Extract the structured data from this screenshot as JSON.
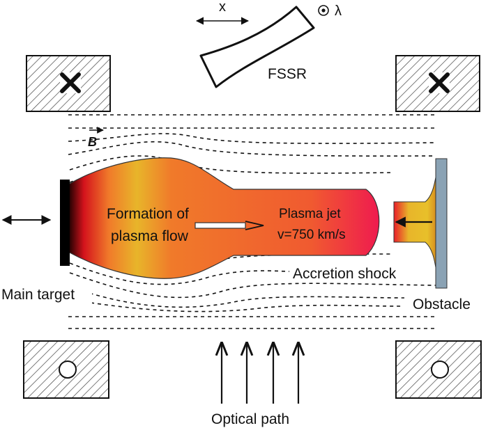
{
  "labels": {
    "fssr": "FSSR",
    "x_axis": "x",
    "lambda_axis": "λ",
    "b_field": "B",
    "formation_line1": "Formation of",
    "formation_line2": "plasma flow",
    "jet_line1": "Plasma jet",
    "jet_line2": "v=750 km/s",
    "accretion_shock": "Accretion shock",
    "main_target": "Main target",
    "obstacle": "Obstacle",
    "optical_path": "Optical path"
  },
  "colors": {
    "plasma_dark": "#1a0000",
    "plasma_red": "#d4131c",
    "plasma_orange": "#f07a2a",
    "plasma_yellow": "#e8b52a",
    "plasma_pink": "#ef1a4f",
    "obstacle": "#8aa2b4",
    "coil_hatch": "#444444"
  }
}
